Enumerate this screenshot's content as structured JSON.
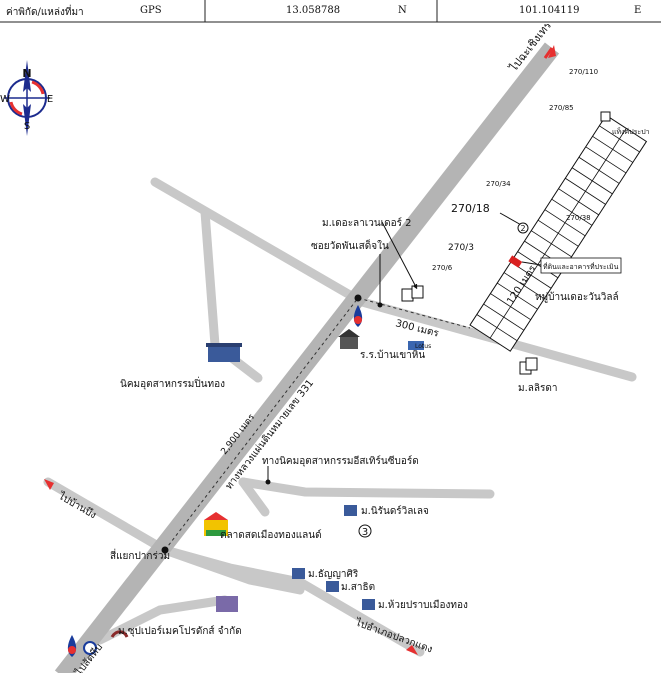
{
  "header": {
    "label_location": "ค่าพิกัด/แหล่งที่มา",
    "source": "GPS",
    "latitude": "13.058788",
    "lat_dir": "N",
    "longitude": "101.104119",
    "lon_dir": "E"
  },
  "compass": {
    "n": "N",
    "s": "S",
    "e": "E",
    "w": "W"
  },
  "highway": {
    "name": "ทางหลวงแผ่นดินหมายเลข 331",
    "to_sattahip": "ไปสัตหีบ",
    "to_chachoengsao": "ไปฉะเชิงเทรา"
  },
  "distances": {
    "d_2900": "2,900 เมตร",
    "d_300": "300 เมตร",
    "d_120": "120 เมตร"
  },
  "labels": {
    "soi_wat": "ซอยวัดพันเสด็จใน",
    "village_2": "ม.เดอะลาเวนเดอร์ 2",
    "school": "ร.ร.บ้านเขาหิน",
    "industrial_estate": "นิคมอุตสาหกรรมปิ่นทอง",
    "village_lalita": "ม.ลลิรดา",
    "project_village": "หมู่บ้านเดอะวันวิลล์",
    "appraised": "ที่ดินและอาคารที่ประเมิน",
    "pumping": "แท็งค์ประปา",
    "road_ind_estate": "ทางนิคมอุตสาหกรรมอีสเทิร์นซีบอร์ด",
    "to_ban_bueng": "ไปบ้านบึง",
    "intersection": "สี่แยกปากร่วม",
    "market": "ตลาดสดเมืองทองแลนด์",
    "village_ruen": "ม.นิรันดร์วิลเลจ",
    "village_thanya": "ม.ธัญญาศิริ",
    "village_sachit": "ม.สาธิต",
    "village_huaypong": "ม.ห้วยปราบเมืองทอง",
    "to_pluak_daeng": "ไปอำเภอปลวกแดง",
    "supermarket": "ม.ซุปเปอร์เมคโปรดักส์ จำกัด",
    "circle_3": "3",
    "circle_2": "2",
    "lot_270_18": "270/18",
    "lot_270_3": "270/3",
    "lot_270_6": "270/6",
    "lot_270_34": "270/34",
    "lot_270_38": "270/38",
    "lot_270_85": "270/85",
    "lot_270_110": "270/110",
    "ptt_sign": "Lotus"
  },
  "colors": {
    "road": "#c8c8c8",
    "highway": "#b4b4b4",
    "compass_blue": "#1c2b8e",
    "marker_red": "#d92020",
    "accent_red": "#e63030"
  }
}
